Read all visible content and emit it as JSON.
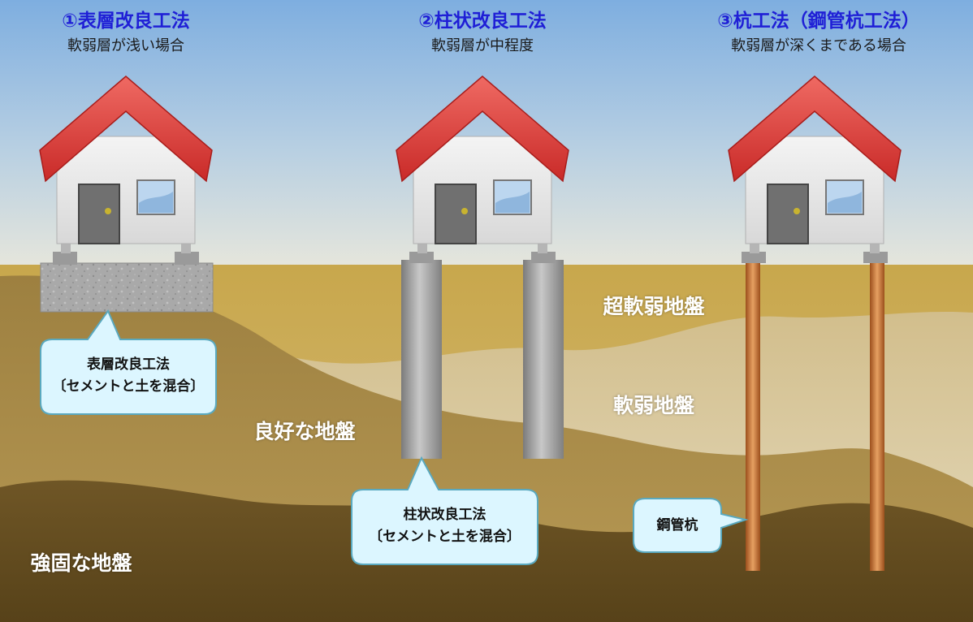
{
  "methods": [
    {
      "title": "①表層改良工法",
      "subtitle": "軟弱層が浅い場合"
    },
    {
      "title": "②柱状改良工法",
      "subtitle": "軟弱層が中程度"
    },
    {
      "title": "③杭工法（鋼管杭工法）",
      "subtitle": "軟弱層が深くまである場合"
    }
  ],
  "ground_labels": {
    "very_soft": "超軟弱地盤",
    "soft": "軟弱地盤",
    "good": "良好な地盤",
    "strong": "強固な地盤"
  },
  "callouts": {
    "surface": {
      "line1": "表層改良工法",
      "line2": "〔セメントと土を混合〕"
    },
    "column": {
      "line1": "柱状改良工法",
      "line2": "〔セメントと土を混合〕"
    },
    "pile": {
      "line1": "鋼管杭"
    }
  },
  "colors": {
    "title": "#1f1fd6",
    "roof": "#e0403c",
    "wall": "#e9e9e9",
    "door": "#707070",
    "window": "#bcd6ef",
    "column": "#9a9a9a",
    "pile": "#c77a3a",
    "callout_fill": "#dcf6ff",
    "callout_stroke": "#5aa9bf"
  }
}
